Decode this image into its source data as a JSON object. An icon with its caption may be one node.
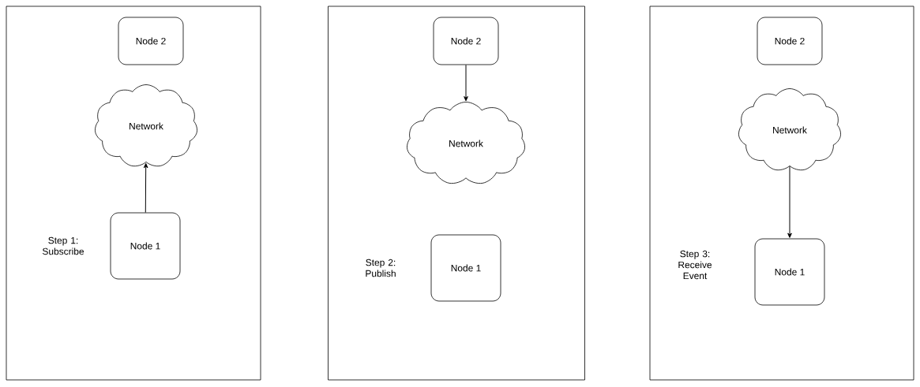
{
  "diagram": {
    "nodes": [
      {
        "text": [],
        "shape": "box"
      },
      {
        "text": [
          "Node 2"
        ],
        "in": 0
      },
      {
        "text": [
          "Network"
        ],
        "in": 0
      },
      {
        "text": [
          "Node 1"
        ],
        "in": 0
      },
      {
        "text": [],
        "shape": "box"
      },
      {
        "text": [
          "Node 2"
        ],
        "in": 4
      },
      {
        "text": [
          "Network"
        ],
        "in": 4
      },
      {
        "text": [
          "Node 1"
        ],
        "in": 4
      },
      {
        "text": [],
        "shape": "box"
      },
      {
        "text": [
          "Node 2"
        ],
        "in": 8
      },
      {
        "text": [
          "Network"
        ],
        "in": 8
      },
      {
        "text": [
          "Node 1"
        ],
        "in": 8
      }
    ],
    "edges": [
      {
        "from": 3,
        "to": 2,
        "arrow": "to"
      },
      {
        "from": 5,
        "to": 6,
        "arrow": "to"
      },
      {
        "from": 10,
        "to": 11,
        "arrow": "to"
      }
    ],
    "labels": [
      "Step 1: Subscribe",
      "Step 2: Publish",
      "Step 3: Receive Event"
    ]
  }
}
